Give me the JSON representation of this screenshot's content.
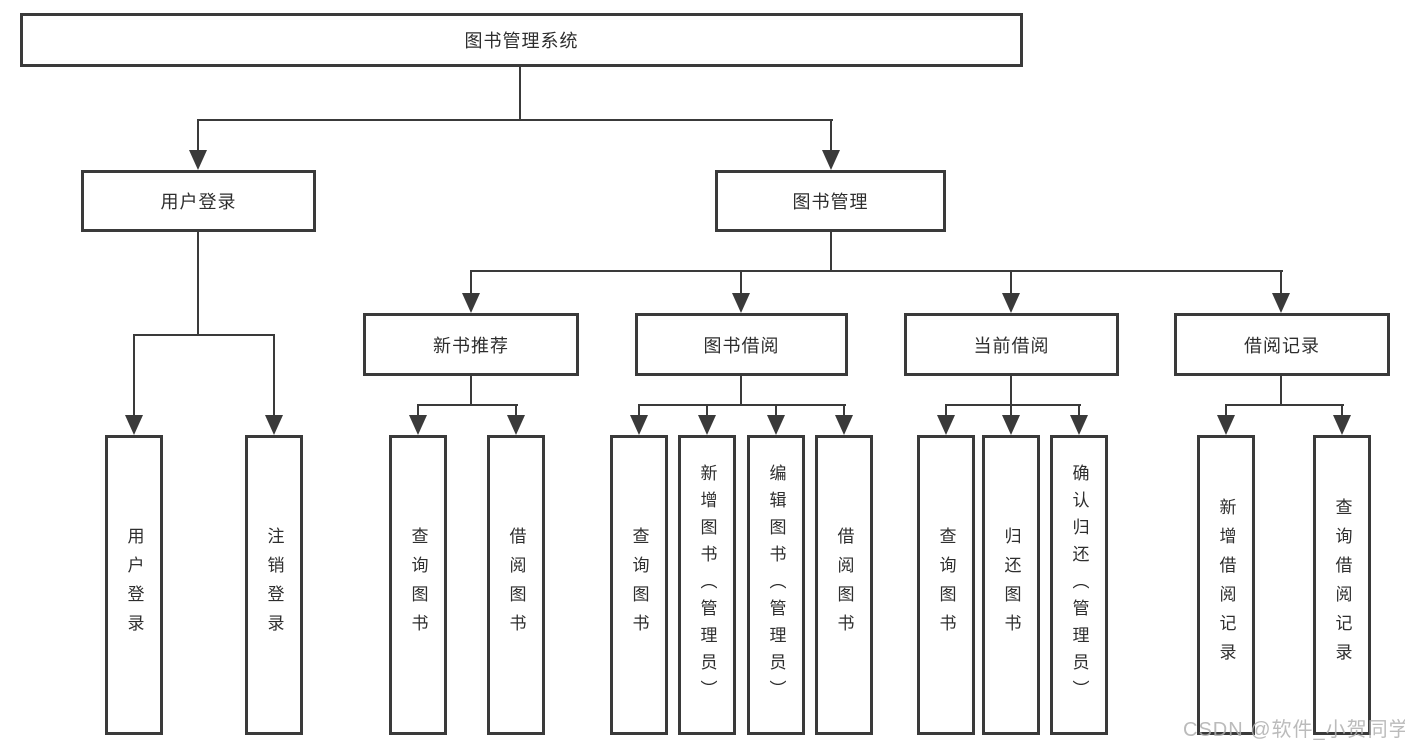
{
  "title": {
    "label": "图书管理系统"
  },
  "level2": [
    {
      "label": "用户登录"
    },
    {
      "label": "图书管理"
    }
  ],
  "level3": [
    {
      "label": "新书推荐"
    },
    {
      "label": "图书借阅"
    },
    {
      "label": "当前借阅"
    },
    {
      "label": "借阅记录"
    }
  ],
  "leaves": [
    {
      "label": "用户登录"
    },
    {
      "label": "注销登录"
    },
    {
      "label": "查询图书"
    },
    {
      "label": "借阅图书"
    },
    {
      "label": "查询图书"
    },
    {
      "label": "新增图书（管理员）"
    },
    {
      "label": "编辑图书（管理员）"
    },
    {
      "label": "借阅图书"
    },
    {
      "label": "查询图书"
    },
    {
      "label": "归还图书"
    },
    {
      "label": "确认归还（管理员）"
    },
    {
      "label": "新增借阅记录"
    },
    {
      "label": "查询借阅记录"
    }
  ],
  "watermark": {
    "text": "CSDN @软件_小贺同学"
  },
  "colors": {
    "line": "#3a3a3a",
    "text": "#2e2e2e",
    "background": "#ffffff",
    "watermark": "#b0b0b0"
  }
}
